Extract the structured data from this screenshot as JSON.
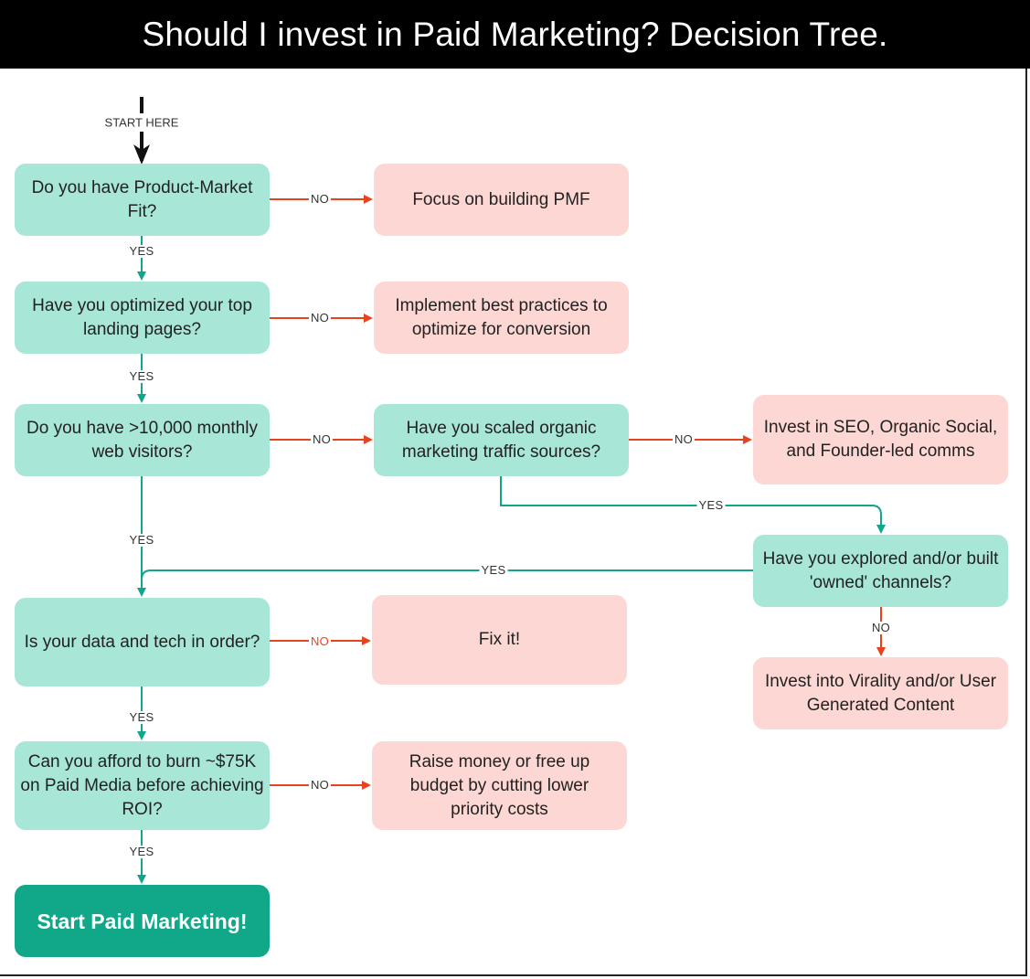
{
  "title": "Should I invest in Paid Marketing? Decision Tree.",
  "start_label": "START HERE",
  "colors": {
    "question": "#a8e6d8",
    "recommendation": "#fdd7d3",
    "final": "#11a88a",
    "yes_line": "#13a58b",
    "no_line": "#e8431f"
  },
  "nodes": {
    "q_pmf": "Do you have Product-Market Fit?",
    "r_pmf": "Focus on building PMF",
    "q_landing": "Have you optimized your top landing pages?",
    "r_landing": "Implement best practices to optimize for conversion",
    "q_visitors": "Do you have >10,000 monthly web visitors?",
    "q_organic": "Have you scaled organic marketing traffic sources?",
    "r_organic": "Invest in SEO, Organic Social, and Founder-led comms",
    "q_owned": "Have you explored and/or built 'owned' channels?",
    "r_owned": "Invest into Virality and/or User Generated Content",
    "q_data": "Is your data and tech in order?",
    "r_data": "Fix it!",
    "q_afford": "Can you afford to burn ~$75K on Paid Media before achieving ROI?",
    "r_afford": "Raise money or free up budget by cutting lower priority costs",
    "final": "Start Paid Marketing!"
  },
  "edge_labels": {
    "yes": "YES",
    "no": "NO"
  }
}
